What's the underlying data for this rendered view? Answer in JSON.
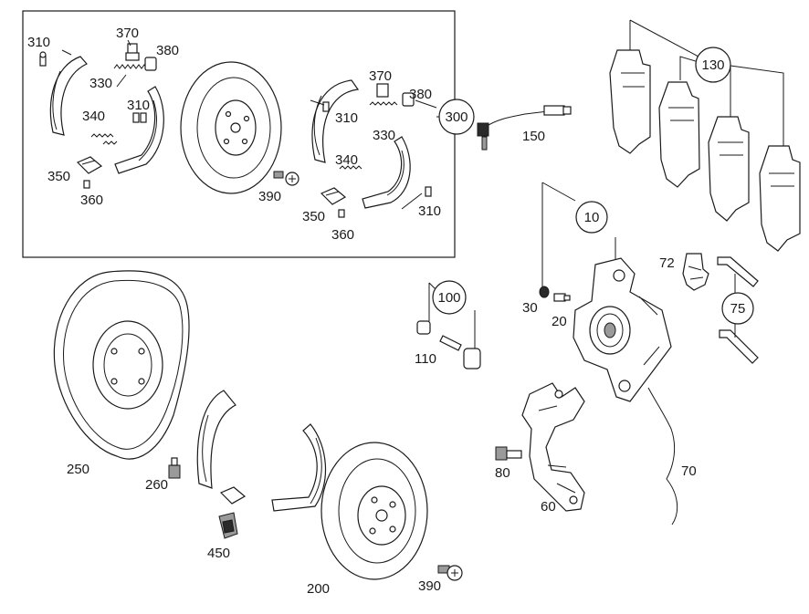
{
  "labels": {
    "l310a": "310",
    "l370a": "370",
    "l380a": "380",
    "l330a": "330",
    "l310b": "310",
    "l340a": "340",
    "l350a": "350",
    "l360a": "360",
    "l370b": "370",
    "l380b": "380",
    "l310c": "310",
    "l330b": "330",
    "l340b": "340",
    "l390a": "390",
    "l350b": "350",
    "l360b": "360",
    "l310d": "310",
    "l150": "150",
    "l30": "30",
    "l20": "20",
    "l110": "110",
    "l72": "72",
    "l80": "80",
    "l70": "70",
    "l60": "60",
    "l250": "250",
    "l260": "260",
    "l450": "450",
    "l200": "200",
    "l390b": "390"
  },
  "callouts": {
    "c300": "300",
    "c130": "130",
    "c10": "10",
    "c100": "100",
    "c75": "75"
  }
}
